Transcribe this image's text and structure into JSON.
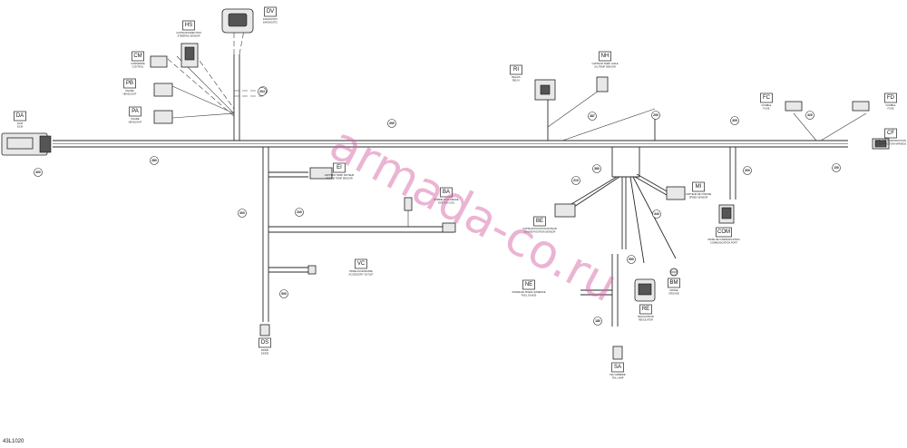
{
  "diagram": {
    "id": "43L1020",
    "watermark": "armada-co.ru"
  },
  "connectors": [
    {
      "code": "DA",
      "desc1": "ECM",
      "desc2": "ECM"
    },
    {
      "code": "HS",
      "desc1": "CAPTEUR DIRECTION",
      "desc2": "STEERING SENSOR"
    },
    {
      "code": "DV",
      "desc1": "DIAGNOSTIC",
      "desc2": "DIAGNOSTIC"
    },
    {
      "code": "CM",
      "desc1": "COMMANDE",
      "desc2": "CONTROL"
    },
    {
      "code": "PB",
      "desc1": "PHARE",
      "desc2": "HEADLIGHT"
    },
    {
      "code": "PA",
      "desc1": "PHARE",
      "desc2": "HEADLIGHT"
    },
    {
      "code": "RI",
      "desc1": "RELAIS",
      "desc2": "RELAY"
    },
    {
      "code": "NH",
      "desc1": "CAPTEUR TEMP. HUILE",
      "desc2": "OIL TEMP SENSOR"
    },
    {
      "code": "FC",
      "desc1": "FUSIBLE",
      "desc2": "FUSE"
    },
    {
      "code": "FD",
      "desc1": "FUSIBLE",
      "desc2": "FUSE"
    },
    {
      "code": "CF",
      "desc1": "CABLAGE CONSTRUCTION",
      "desc2": "CONSTRUCTION HARNESS"
    },
    {
      "code": "EI",
      "desc1": "CAPTEUR TEMP. MOTEUR",
      "desc2": "ENGINE TEMP SENSOR"
    },
    {
      "code": "BA",
      "desc1": "BOBINE D'ALLUMAGE",
      "desc2": "IGNITION COIL"
    },
    {
      "code": "VC",
      "desc1": "PRISE ACCESSOIRE",
      "desc2": "ACCESSORY OUTLET"
    },
    {
      "code": "DS",
      "desc1": "DIODE",
      "desc2": "DIODE"
    },
    {
      "code": "BE",
      "desc1": "CAPTEUR POSITION MOTEUR",
      "desc2": "ENGINE POSITION SENSOR"
    },
    {
      "code": "MI",
      "desc1": "CAPTEUR DE VITESSE",
      "desc2": "SPEED SENSOR"
    },
    {
      "code": "COM",
      "desc1": "PRISE DE COMMUNICATION",
      "desc2": "COMMUNICATION PORT"
    },
    {
      "code": "NE",
      "desc1": "SONDE DE NIVEAU ESSENCE",
      "desc2": "FUEL GAUGE"
    },
    {
      "code": "RE",
      "desc1": "REGULATEUR",
      "desc2": "REGULATOR"
    },
    {
      "code": "BM",
      "desc1": "MASSE",
      "desc2": "GROUND"
    },
    {
      "code": "SA",
      "desc1": "FEU ARRIERE",
      "desc2": "TAIL LAMP"
    }
  ],
  "lengths": [
    {
      "value": "400"
    },
    {
      "value": "280"
    },
    {
      "value": "200"
    },
    {
      "value": "390"
    },
    {
      "value": "387"
    },
    {
      "value": "290"
    },
    {
      "value": "330"
    },
    {
      "value": "300"
    },
    {
      "value": "500"
    },
    {
      "value": "204"
    },
    {
      "value": "300"
    },
    {
      "value": "180"
    },
    {
      "value": "210"
    },
    {
      "value": "340"
    },
    {
      "value": "550"
    },
    {
      "value": "380"
    },
    {
      "value": "150"
    },
    {
      "value": "305"
    },
    {
      "value": "320"
    }
  ]
}
